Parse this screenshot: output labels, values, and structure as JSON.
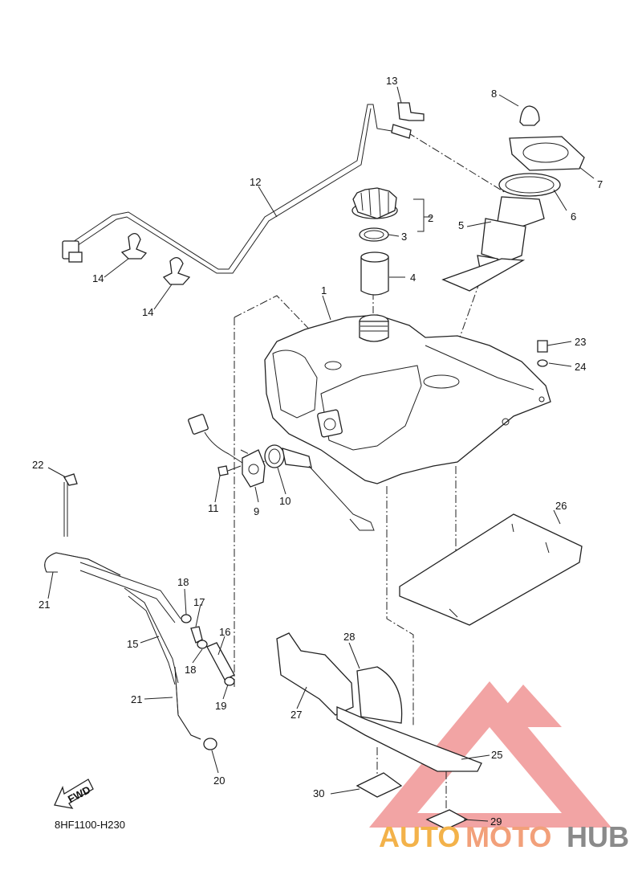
{
  "diagram_code": "8HF1100-H230",
  "direction_label": "FWD",
  "callouts": [
    "1",
    "2",
    "3",
    "4",
    "5",
    "6",
    "7",
    "8",
    "9",
    "10",
    "11",
    "12",
    "13",
    "14",
    "14",
    "15",
    "16",
    "17",
    "18",
    "18",
    "19",
    "20",
    "21",
    "21",
    "22",
    "23",
    "24",
    "25",
    "26",
    "27",
    "28",
    "29",
    "30"
  ],
  "watermark": {
    "part1": "AUTO",
    "part2": "MOTO",
    "part3": "HUB"
  },
  "colors": {
    "watermark_red": "#e85a5a",
    "watermark_orange": "#f3b24a",
    "watermark_gray": "#8a8a8a"
  }
}
